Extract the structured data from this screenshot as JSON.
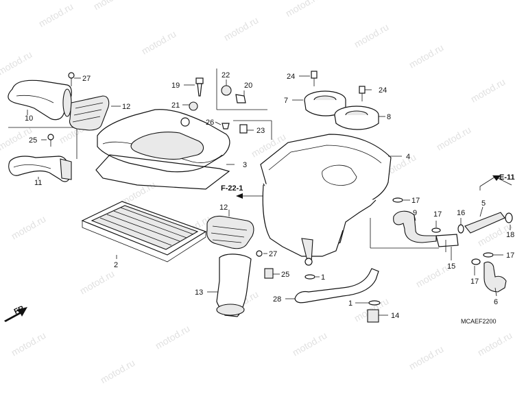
{
  "watermark": "motod.ru",
  "diagram_code": "MCAEF2200",
  "refs": {
    "f22": "F-22-1",
    "e11": "E-11",
    "fr": "FR."
  },
  "callouts": {
    "c1a": "1",
    "c1b": "1",
    "c2": "2",
    "c3": "3",
    "c4": "4",
    "c5": "5",
    "c6": "6",
    "c7": "7",
    "c8": "8",
    "c9": "9",
    "c10": "10",
    "c11": "11",
    "c12a": "12",
    "c12b": "12",
    "c13": "13",
    "c14": "14",
    "c15": "15",
    "c16": "16",
    "c17a": "17",
    "c17b": "17",
    "c17c": "17",
    "c17d": "17",
    "c18": "18",
    "c19": "19",
    "c20": "20",
    "c21": "21",
    "c22": "22",
    "c23": "23",
    "c24a": "24",
    "c24b": "24",
    "c25a": "25",
    "c25b": "25",
    "c26": "26",
    "c27a": "27",
    "c27b": "27",
    "c28": "28"
  }
}
